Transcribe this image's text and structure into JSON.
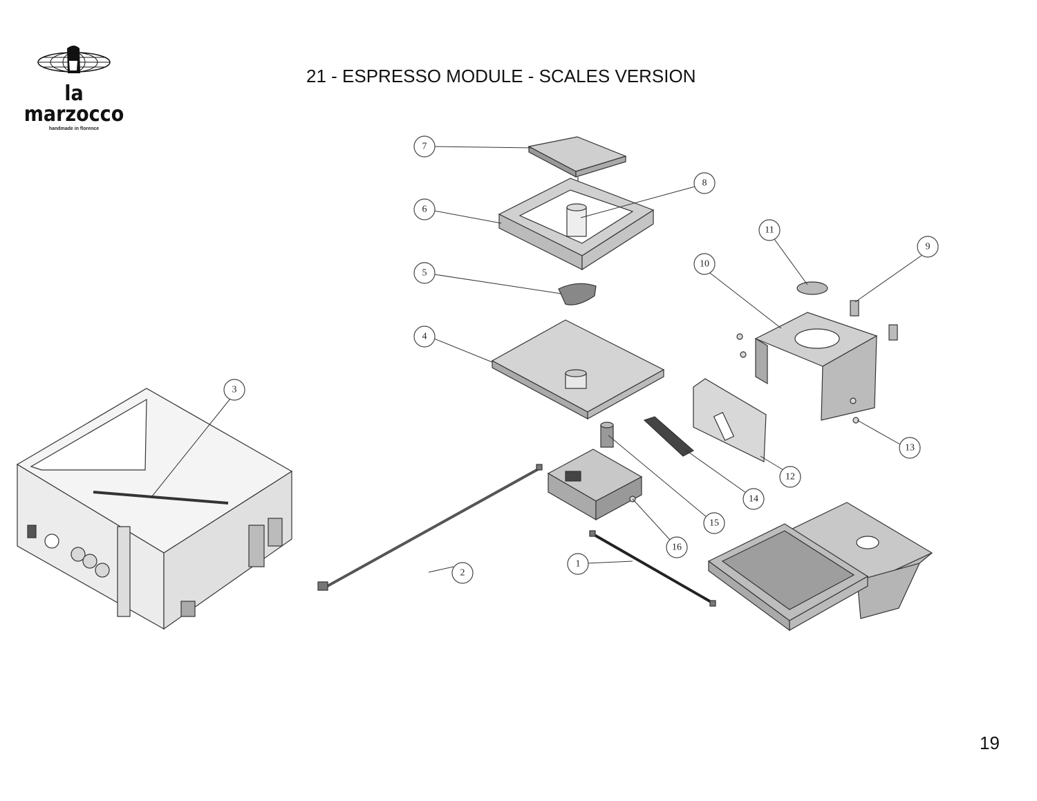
{
  "logo": {
    "name": "la marzocco",
    "tagline": "handmade in florence"
  },
  "title": "21 - ESPRESSO MODULE - SCALES VERSION",
  "page_number": "19",
  "callouts": [
    "1",
    "2",
    "3",
    "4",
    "5",
    "6",
    "7",
    "8",
    "9",
    "10",
    "11",
    "12",
    "13",
    "14",
    "15",
    "16"
  ]
}
